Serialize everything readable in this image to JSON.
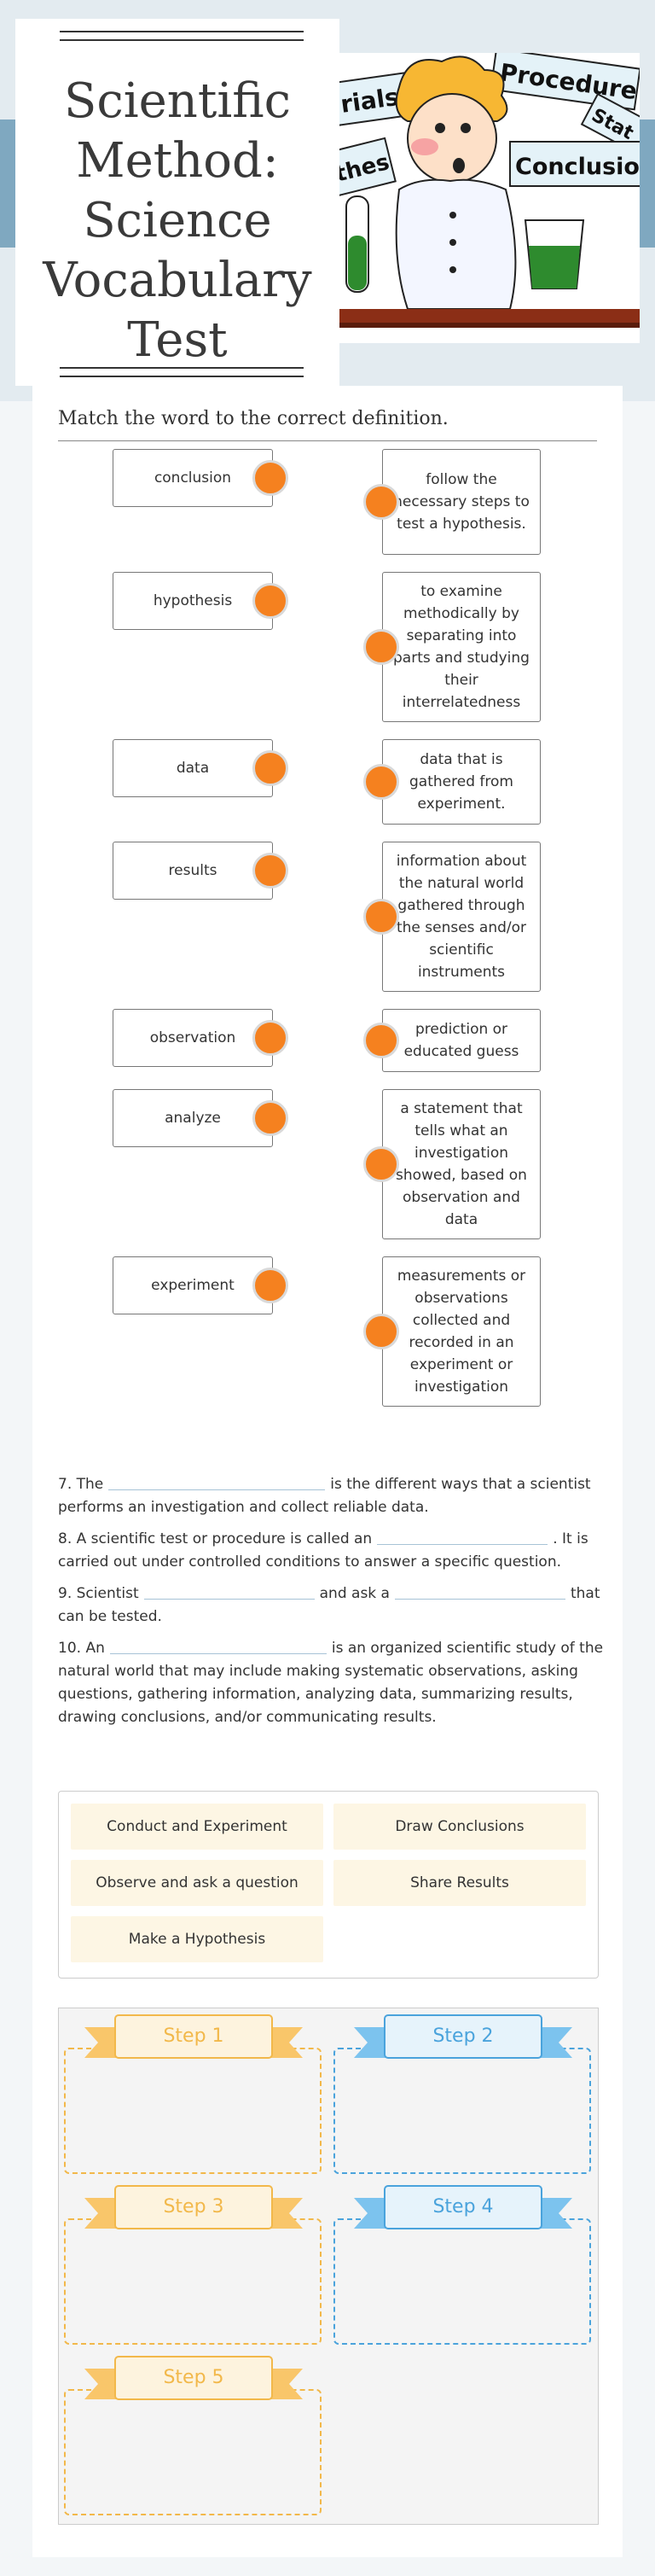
{
  "page": {
    "title": "Scientific Method: Science Vocabulary Test",
    "title_lines": [
      "Scientific",
      "Method:",
      "Science",
      "Vocabulary",
      "Test"
    ]
  },
  "hero_words": [
    "rials",
    "Procedure",
    "Stat",
    "thes",
    "Conclusion"
  ],
  "matching": {
    "instruction": "Match the word to the correct definition.",
    "left": [
      "conclusion",
      "hypothesis",
      "data",
      "results",
      "observation",
      "analyze",
      "experiment"
    ],
    "right": [
      "follow the necessary steps to test a hypothesis.",
      "to examine methodically by separating into parts and studying their interrelatedness",
      "data that is gathered from experiment.",
      "information about the natural world gathered through the senses and/or scientific instruments",
      "prediction or educated guess",
      "a statement that tells what an investigation showed, based on observation and data",
      "measurements or observations collected and recorded in an experiment or investigation"
    ]
  },
  "fill_in": {
    "q7": {
      "pre": "7. The",
      "post": "is the different ways that a scientist performs an investigation and collect reliable data."
    },
    "q8": {
      "pre": "8. A scientific test or procedure is called an",
      "post": ". It is carried out under controlled conditions to answer a specific question."
    },
    "q9": {
      "pre": "9. Scientist",
      "mid": "and ask a",
      "post": "that can be tested."
    },
    "q10": {
      "pre": "10. An",
      "post": "is an organized scientific study of the natural world that may include making systematic observations, asking questions, gathering information, analyzing data, summarizing results, drawing conclusions, and/or communicating results."
    }
  },
  "drag_options": [
    "Conduct and Experiment",
    "Draw Conclusions",
    "Observe and ask a question",
    "Share Results",
    "Make a Hypothesis"
  ],
  "steps": [
    "Step 1",
    "Step 2",
    "Step 3",
    "Step 4",
    "Step 5"
  ],
  "colors": {
    "accent": "#f5811f",
    "ribbon_orange": "#f9c66a",
    "ribbon_blue": "#7cc3ee",
    "chip_bg": "#fdf6e4"
  }
}
